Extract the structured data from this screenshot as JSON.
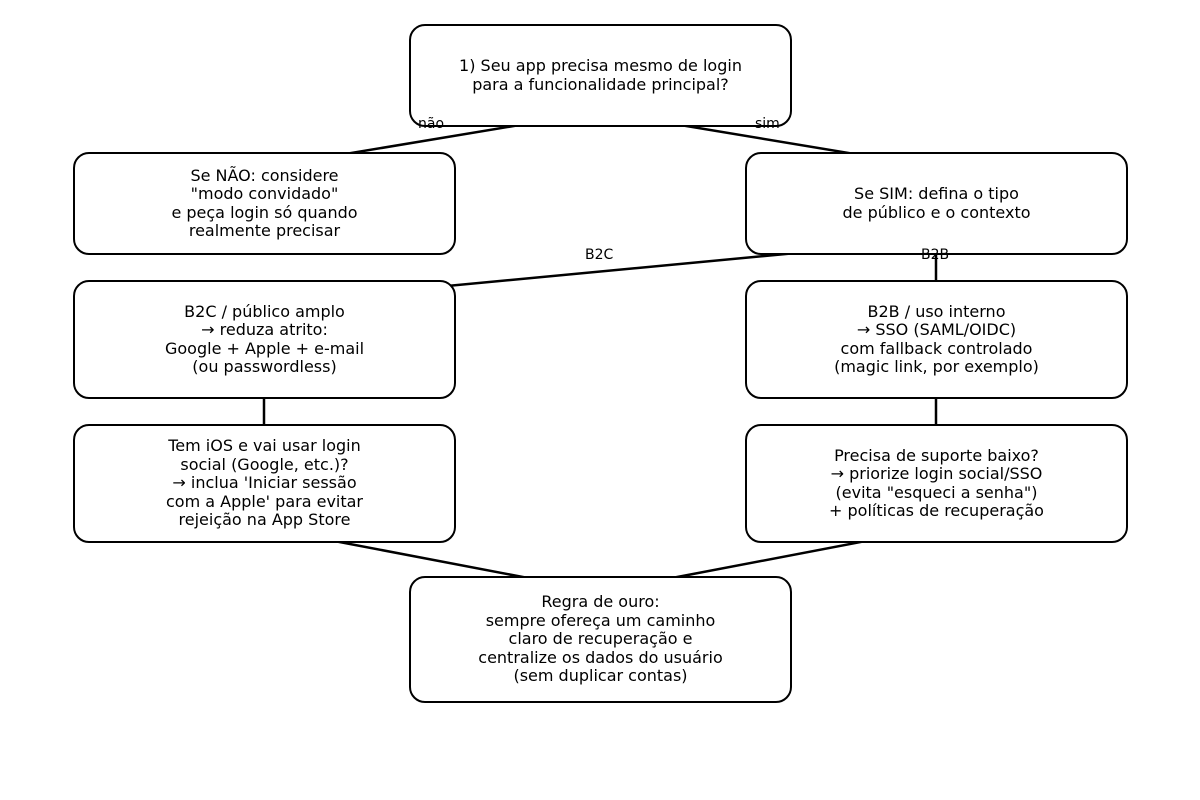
{
  "nodes": {
    "q1": "1) Seu app precisa mesmo de login\npara a funcionalidade principal?",
    "no": "Se NÃO: considere\n\"modo convidado\"\ne peça login só quando\nrealmente precisar",
    "yes": "Se SIM: defina o tipo\nde público e o contexto",
    "b2c": "B2C / público amplo\n→ reduza atrito:\nGoogle + Apple + e-mail\n(ou passwordless)",
    "b2b": "B2B / uso interno\n→ SSO (SAML/OIDC)\ncom fallback controlado\n(magic link, por exemplo)",
    "ios": "Tem iOS e vai usar login\nsocial (Google, etc.)?\n→ inclua 'Iniciar sessão\ncom a Apple' para evitar\nrejeição na App Store",
    "support": "Precisa de suporte baixo?\n→ priorize login social/SSO\n(evita \"esqueci a senha\")\n+ políticas de recuperação",
    "rule": "Regra de ouro:\nsempre ofereça um caminho\nclaro de recuperação e\ncentralize os dados do usuário\n(sem duplicar contas)"
  },
  "edge_labels": {
    "nao": "não",
    "sim": "sim",
    "b2c": "B2C",
    "b2b": "B2B"
  }
}
